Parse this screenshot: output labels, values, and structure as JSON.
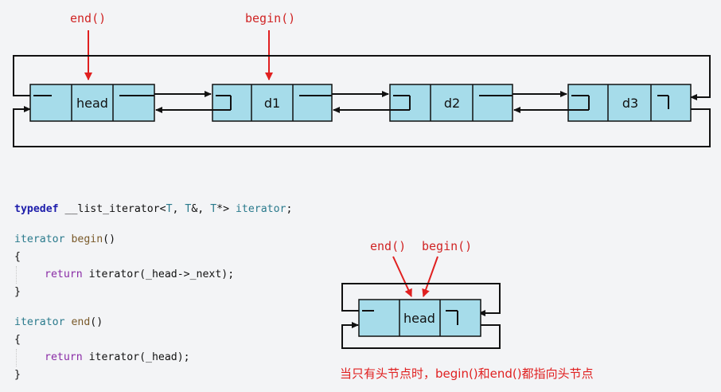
{
  "top_diagram": {
    "end_label": "end()",
    "begin_label": "begin()",
    "nodes": [
      "head",
      "d1",
      "d2",
      "d3"
    ]
  },
  "small_diagram": {
    "end_label": "end()",
    "begin_label": "begin()",
    "node": "head",
    "note": "当只有头节点时，begin()和end()都指向头节点"
  },
  "code": {
    "typedef_kw": "typedef",
    "typedef_rest_1": " __list_iterator<",
    "typedef_T1": "T",
    "typedef_rest_2": ", ",
    "typedef_T2": "T",
    "typedef_rest_3": "&, ",
    "typedef_T3": "T",
    "typedef_rest_4": "*> ",
    "typedef_name": "iterator",
    "typedef_end": ";",
    "begin_type": "iterator",
    "begin_fn": " begin",
    "begin_parens": "()",
    "open_brace": "{",
    "close_brace": "}",
    "return_kw": "return",
    "begin_body": " iterator(_head->_next);",
    "end_type": "iterator",
    "end_fn": " end",
    "end_parens": "()",
    "end_body": " iterator(_head);"
  },
  "colors": {
    "node_fill": "#a6dcea",
    "arrow_red": "#e02020",
    "stroke": "#111111"
  }
}
